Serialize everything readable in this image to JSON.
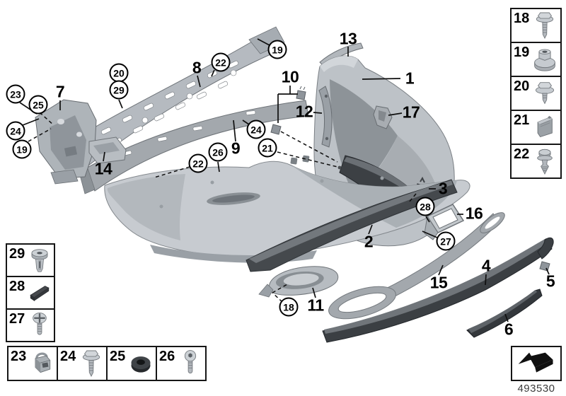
{
  "figure": {
    "id": "493530"
  },
  "callouts": [
    {
      "label": "7"
    },
    {
      "label": "8"
    },
    {
      "label": "13"
    },
    {
      "label": "10"
    },
    {
      "label": "1"
    },
    {
      "label": "12"
    },
    {
      "label": "17"
    },
    {
      "label": "9"
    },
    {
      "label": "14"
    },
    {
      "label": "3"
    },
    {
      "label": "16"
    },
    {
      "label": "2"
    },
    {
      "label": "15"
    },
    {
      "label": "4"
    },
    {
      "label": "5"
    },
    {
      "label": "11"
    },
    {
      "label": "6"
    },
    {
      "label": "23"
    },
    {
      "label": "25"
    },
    {
      "label": "24"
    },
    {
      "label": "19"
    },
    {
      "label": "20"
    },
    {
      "label": "29"
    },
    {
      "label": "22"
    },
    {
      "label": "19"
    },
    {
      "label": "24"
    },
    {
      "label": "26"
    },
    {
      "label": "21"
    },
    {
      "label": "22"
    },
    {
      "label": "28"
    },
    {
      "label": "27"
    },
    {
      "label": "18"
    }
  ],
  "panels": {
    "right": [
      {
        "num": "18",
        "icon": "hex-screw-washer-long"
      },
      {
        "num": "19",
        "icon": "flange-nut"
      },
      {
        "num": "20",
        "icon": "hex-screw-washer-short"
      },
      {
        "num": "21",
        "icon": "trim-clip-plate"
      },
      {
        "num": "22",
        "icon": "expansion-rivet"
      }
    ],
    "left": [
      {
        "num": "29",
        "icon": "rivet-nut"
      },
      {
        "num": "28",
        "icon": "foam-strip"
      },
      {
        "num": "27",
        "icon": "phillips-screw"
      }
    ],
    "bottom": [
      {
        "num": "23",
        "icon": "cage-nut"
      },
      {
        "num": "24",
        "icon": "hex-screw-washer-long"
      },
      {
        "num": "25",
        "icon": "rubber-grommet"
      },
      {
        "num": "26",
        "icon": "torx-screw"
      }
    ]
  },
  "colors": {
    "part_light": "#c7cbd0",
    "part_mid": "#a3a8ad",
    "part_dark": "#3b3f43",
    "line": "#000000"
  }
}
